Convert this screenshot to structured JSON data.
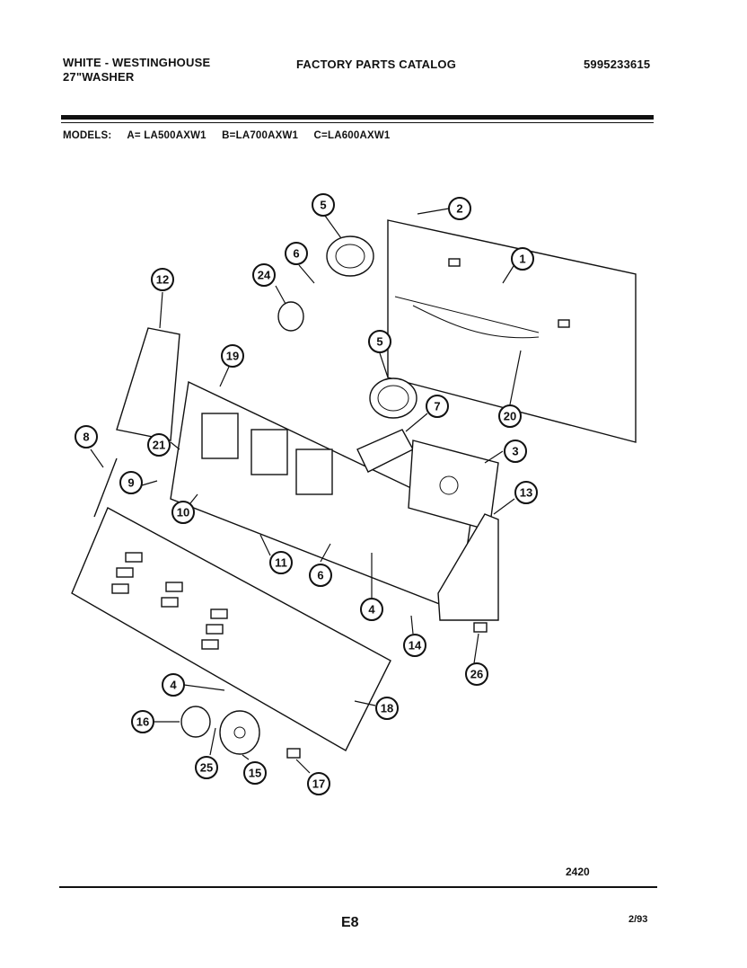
{
  "header": {
    "brand_line1": "WHITE - WESTINGHOUSE",
    "brand_line2": "27\"WASHER",
    "catalog_title": "FACTORY PARTS CATALOG",
    "part_number": "5995233615"
  },
  "models": {
    "label": "MODELS:",
    "a": "A= LA500AXW1",
    "b": "B=LA700AXW1",
    "c": "C=LA600AXW1"
  },
  "callouts": [
    "1",
    "2",
    "3",
    "4",
    "4",
    "5",
    "5",
    "6",
    "6",
    "7",
    "8",
    "9",
    "10",
    "11",
    "12",
    "13",
    "14",
    "15",
    "16",
    "17",
    "18",
    "19",
    "20",
    "21",
    "24",
    "25",
    "26"
  ],
  "footer": {
    "diagram_code": "2420",
    "page_code": "E8",
    "date_code": "2/93"
  }
}
